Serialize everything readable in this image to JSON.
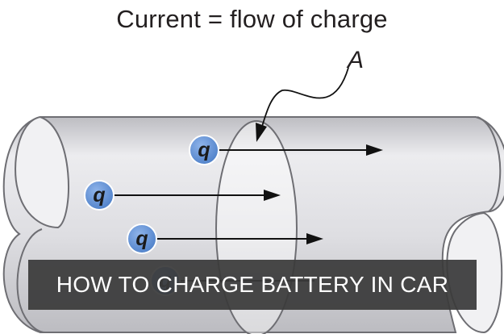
{
  "diagram": {
    "title": "Current  =  flow of charge",
    "area_label": "A",
    "charge_label": "q",
    "colors": {
      "cylinder_fill": "#d9d9dd",
      "cylinder_stroke": "#6e6e73",
      "charge_fill": "#5c8fd6",
      "arrow": "#111111"
    }
  },
  "caption": {
    "text": "HOW TO CHARGE BATTERY IN CAR"
  }
}
